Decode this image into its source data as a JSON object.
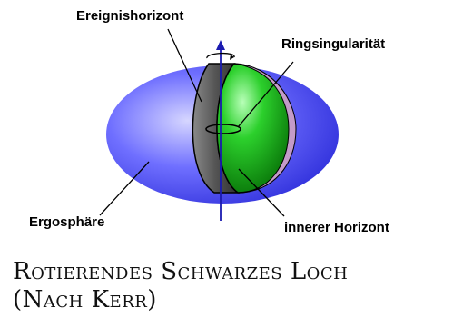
{
  "labels": {
    "event_horizon": "Ereignishorizont",
    "ring_singularity": "Ringsingularität",
    "ergosphere": "Ergosphäre",
    "inner_horizon": "innerer Horizont"
  },
  "caption": {
    "line1": "Rotierendes Schwarzes Loch",
    "line2": "(Nach Kerr)"
  },
  "colors": {
    "ergosphere": "#3a3aff",
    "event_horizon": "#555555",
    "inner_sphere": "#00a000",
    "ring_band": "#c39bc8",
    "axis": "#1a1ab0"
  }
}
